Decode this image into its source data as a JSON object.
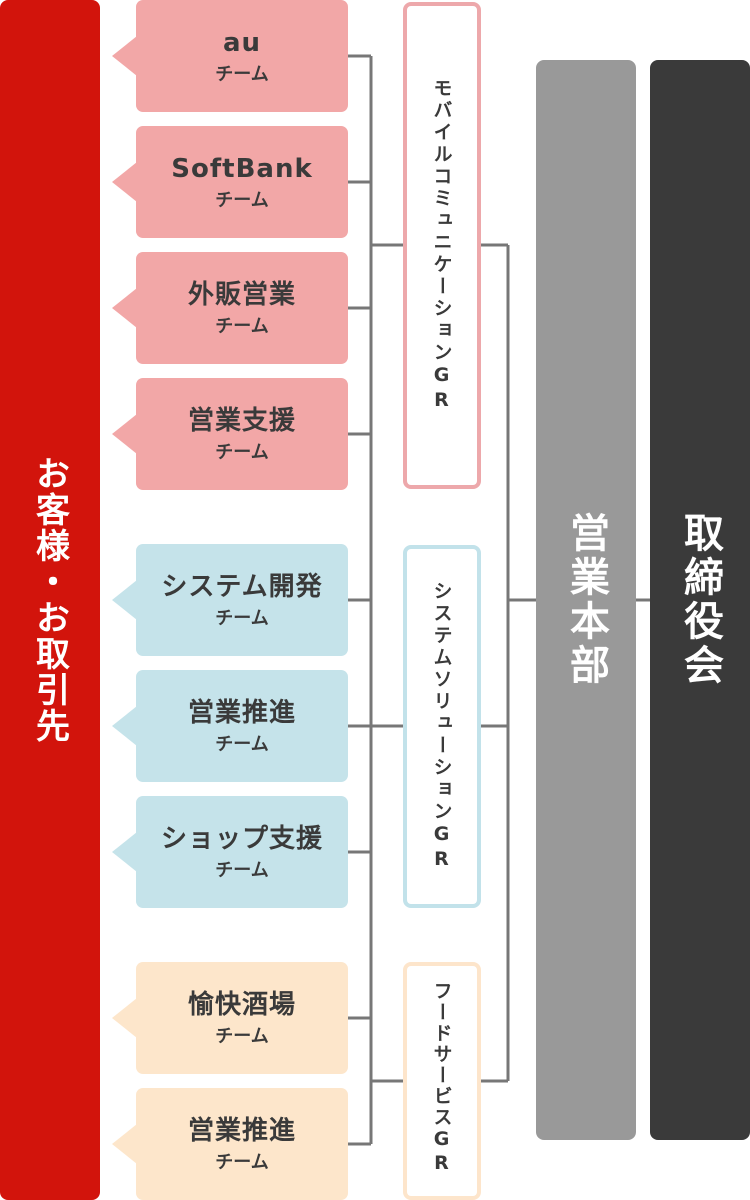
{
  "customers": {
    "label": "お客様・お取引先",
    "color": "#d2140c"
  },
  "team_suffix": "チーム",
  "groups": [
    {
      "label": "モバイルコミュニケーションGR",
      "fill": "#f2a7a7",
      "border": "#eda8ab",
      "teams": [
        "au",
        "SoftBank",
        "外販営業",
        "営業支援"
      ]
    },
    {
      "label": "システムソリューションGR",
      "fill": "#c5e3ea",
      "border": "#c2e2ea",
      "teams": [
        "システム開発",
        "営業推進",
        "ショップ支援"
      ]
    },
    {
      "label": "フードサービスGR",
      "fill": "#fde6cb",
      "border": "#fde5cb",
      "teams": [
        "愉快酒場",
        "営業推進"
      ]
    }
  ],
  "headquarters": {
    "label": "営業本部",
    "color": "#999999"
  },
  "board": {
    "label": "取締役会",
    "color": "#3a3a3a"
  },
  "line_color": "#777777"
}
